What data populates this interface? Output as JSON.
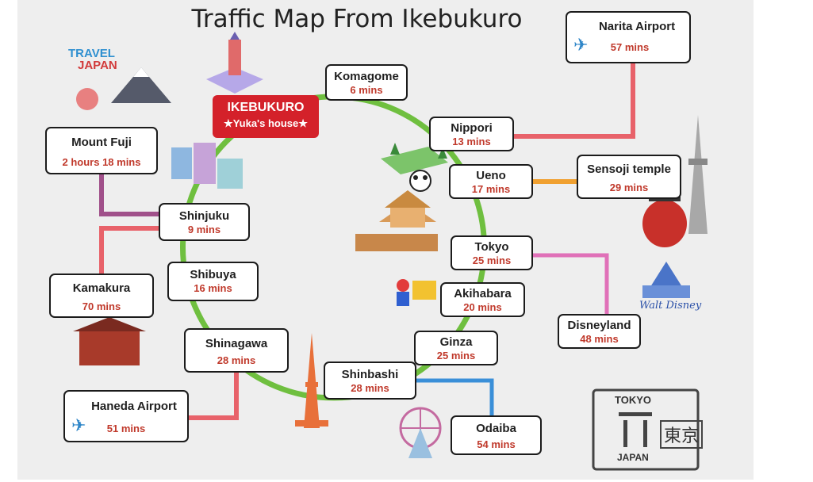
{
  "title": "Traffic Map From Ikebukuro",
  "home": {
    "name": "IKEBUKURO",
    "sub": "★Yuka's house★"
  },
  "stations": [
    {
      "id": "komagome",
      "name": "Komagome",
      "time": "6 mins"
    },
    {
      "id": "nippori",
      "name": "Nippori",
      "time": "13 mins"
    },
    {
      "id": "ueno",
      "name": "Ueno",
      "time": "17 mins"
    },
    {
      "id": "tokyo",
      "name": "Tokyo",
      "time": "25 mins"
    },
    {
      "id": "akihabara",
      "name": "Akihabara",
      "time": "20 mins"
    },
    {
      "id": "ginza",
      "name": "Ginza",
      "time": "25 mins"
    },
    {
      "id": "shinbashi",
      "name": "Shinbashi",
      "time": "28 mins"
    },
    {
      "id": "shinagawa",
      "name": "Shinagawa",
      "time": "28 mins"
    },
    {
      "id": "shibuya",
      "name": "Shibuya",
      "time": "16 mins"
    },
    {
      "id": "shinjuku",
      "name": "Shinjuku",
      "time": "9 mins"
    }
  ],
  "destinations": [
    {
      "id": "narita",
      "name": "Narita Airport",
      "time": "57 mins",
      "icon": "airplane-icon",
      "line_color": "#e8626a"
    },
    {
      "id": "sensoji",
      "name": "Sensoji temple",
      "time": "29 mins",
      "line_color": "#f0a030"
    },
    {
      "id": "disneyland",
      "name": "Disneyland",
      "time": "48 mins",
      "line_color": "#e070b8"
    },
    {
      "id": "odaiba",
      "name": "Odaiba",
      "time": "54 mins",
      "line_color": "#3a8fd8"
    },
    {
      "id": "haneda",
      "name": "Haneda Airport",
      "time": "51 mins",
      "icon": "airplane-icon",
      "line_color": "#e8626a"
    },
    {
      "id": "kamakura",
      "name": "Kamakura",
      "time": "70 mins",
      "line_color": "#e8626a"
    },
    {
      "id": "fuji",
      "name": "Mount Fuji",
      "time": "2 hours 18 mins",
      "line_color": "#a0508a"
    }
  ],
  "loop_line_color": "#6fbf3f",
  "decorations": {
    "travel_japan": [
      "TRAVEL",
      "JAPAN"
    ],
    "disney": "Walt Disney",
    "stamp": {
      "top": "TOKYO",
      "bottom": "JAPAN",
      "kanji": "東京"
    }
  }
}
